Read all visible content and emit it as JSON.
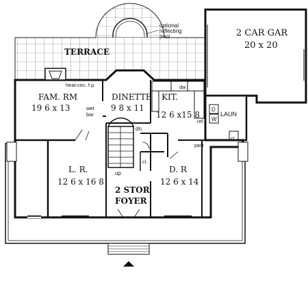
{
  "pool": {
    "label_line1": "optional",
    "label_line2": "reflecting",
    "label_line3": "pool"
  },
  "garage": {
    "name": "2  CAR GAR",
    "size": "20  x  20"
  },
  "terrace": {
    "name": "TERRACE"
  },
  "family_room": {
    "name": "FAM. RM",
    "size": "19 6 x 13",
    "fireplace": "heat-circ. f.p",
    "wet_bar_1": "wet",
    "wet_bar_2": "bar"
  },
  "dinette": {
    "name": "DINETTE",
    "size": "9 8 x 11"
  },
  "kitchen": {
    "name": "KIT.",
    "size": "12 6 x15 8",
    "dishwasher": "dw",
    "refrigerator": "ref."
  },
  "laundry": {
    "name": "LAUN",
    "washer": "W",
    "dryer": "D",
    "closet": "cl."
  },
  "living_room": {
    "name": "L. R.",
    "size": "12 6 x 16 8"
  },
  "dining_room": {
    "name": "D. R",
    "size": "12 6 x 14"
  },
  "foyer": {
    "name_line1": "2  STOR",
    "name_line2": "FOYER"
  },
  "stair": {
    "down": "dn.",
    "up": "up"
  },
  "closets": {
    "foyer_closet": "cl.",
    "pantry": "pant"
  }
}
